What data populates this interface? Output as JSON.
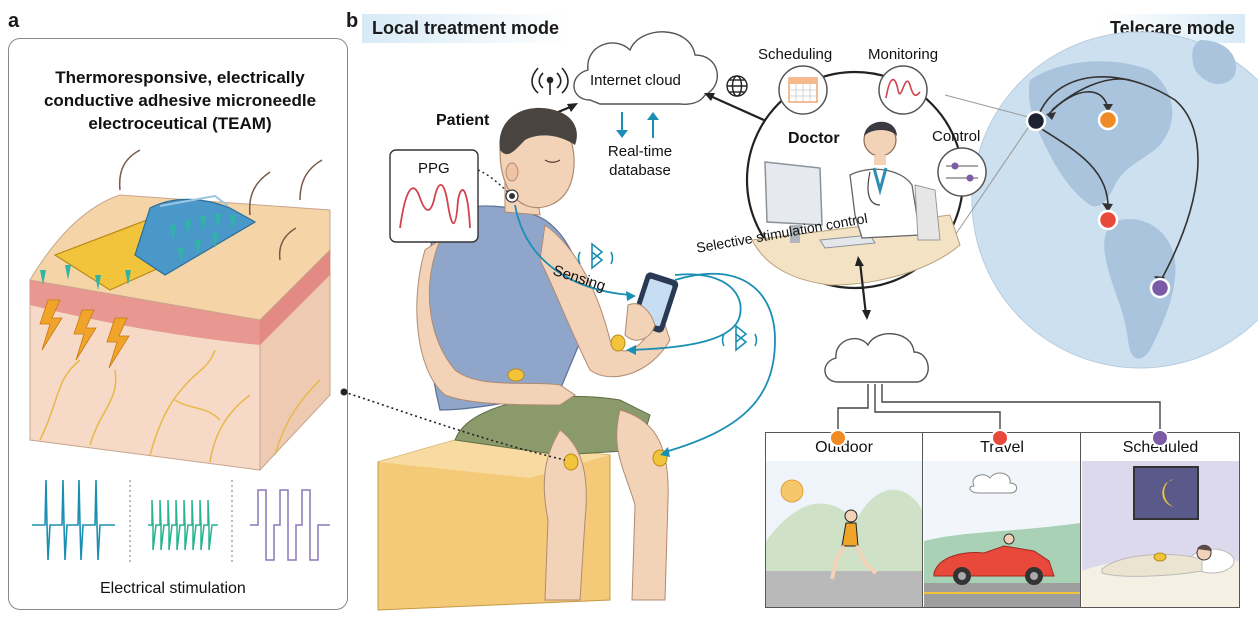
{
  "panels": {
    "a_letter": "a",
    "b_letter": "b"
  },
  "panel_a": {
    "title": "Thermoresponsive, electrically conductive adhesive microneedle electroceutical (TEAM)",
    "waveform_caption": "Electrical stimulation"
  },
  "panel_b": {
    "local_mode": "Local treatment mode",
    "telecare_mode": "Telecare mode",
    "internet_cloud": "Internet cloud",
    "realtime_db": "Real-time database",
    "patient": "Patient",
    "ppg": "PPG",
    "sensing": "Sensing",
    "selective": "Selective stimulation control",
    "doctor": "Doctor",
    "scheduling": "Scheduling",
    "monitoring": "Monitoring",
    "control": "Control",
    "scenes": [
      {
        "label": "Outdoor",
        "color": "#f08a24"
      },
      {
        "label": "Travel",
        "color": "#e8493a"
      },
      {
        "label": "Scheduled",
        "color": "#7b5aa6"
      }
    ]
  },
  "colors": {
    "teal": "#1b8fb3",
    "green_wave": "#27b38f",
    "purple_wave": "#8a79b8",
    "skin": "#f3d3b8",
    "pad": "#f2c43b",
    "globe": "#cde0ef"
  }
}
